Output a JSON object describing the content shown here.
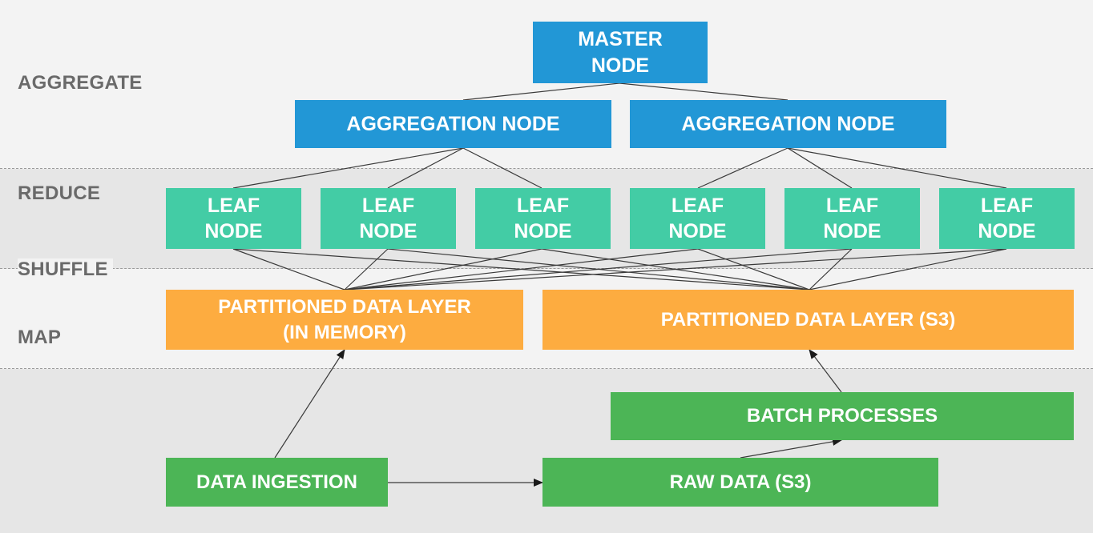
{
  "layers": {
    "aggregate": "AGGREGATE",
    "reduce": "REDUCE",
    "shuffle": "SHUFFLE",
    "map": "MAP"
  },
  "nodes": {
    "master": "MASTER\nNODE",
    "aggregation": [
      "AGGREGATION NODE",
      "AGGREGATION NODE"
    ],
    "leaves": [
      "LEAF\nNODE",
      "LEAF\nNODE",
      "LEAF\nNODE",
      "LEAF\nNODE",
      "LEAF\nNODE",
      "LEAF\nNODE"
    ],
    "partitioned_memory": "PARTITIONED DATA LAYER\n(IN MEMORY)",
    "partitioned_s3": "PARTITIONED DATA LAYER (S3)",
    "batch_processes": "BATCH PROCESSES",
    "data_ingestion": "DATA INGESTION",
    "raw_data": "RAW DATA (S3)"
  },
  "colors": {
    "aggregate_nodes": "#2297d6",
    "leaf_nodes": "#43cca5",
    "partitioned_layers": "#fdac40",
    "source_nodes": "#4cb556",
    "label_text": "#6a6a6a"
  }
}
